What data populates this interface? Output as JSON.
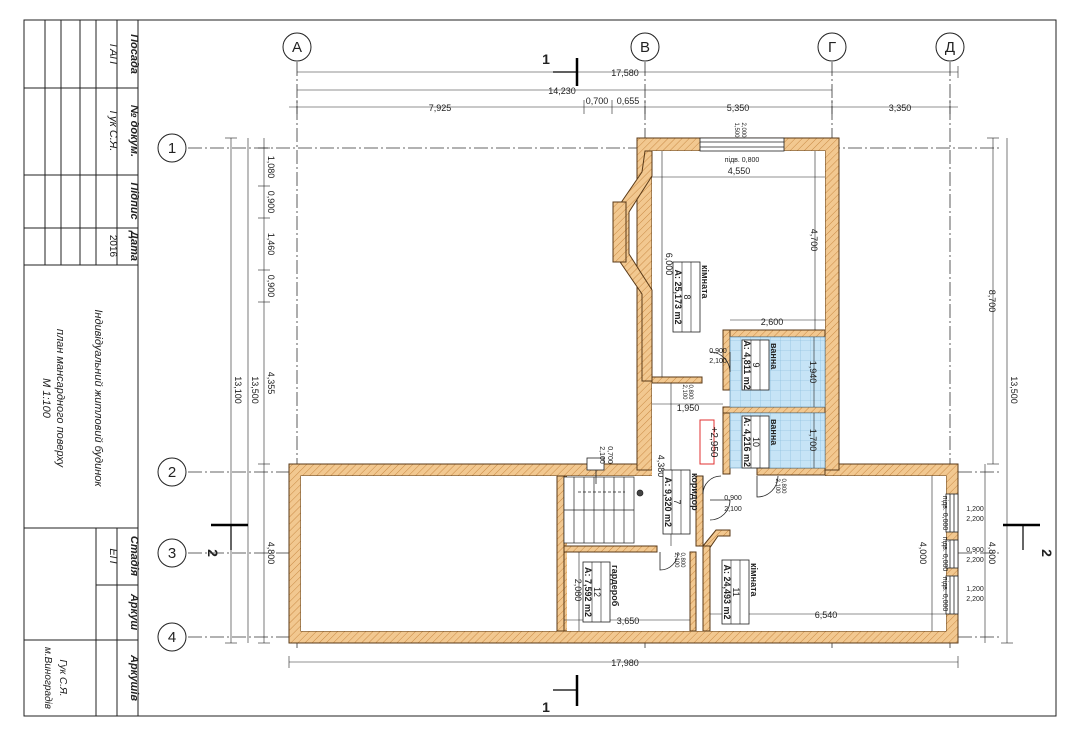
{
  "axes": {
    "columns": [
      "А",
      "В",
      "Г",
      "Д"
    ],
    "rows": [
      "1",
      "2",
      "3",
      "4"
    ]
  },
  "sections": {
    "s1": "1",
    "s2": "2"
  },
  "dims_top": {
    "overall": "17,580",
    "partial": "14,230",
    "segments": [
      "7,925",
      "0,700",
      "0,655",
      "5,350",
      "3,350"
    ]
  },
  "dims_bottom": {
    "overall": "17,980"
  },
  "dims_left_outer": {
    "overall": "13,100"
  },
  "dims_left_inner": {
    "overall": "13,500",
    "top_chain": [
      "1,080",
      "0,900",
      "1,460",
      "0,900"
    ],
    "mid": "4,355",
    "low": "4,800"
  },
  "dims_right": {
    "top": "8,700",
    "overall": "13,500",
    "low": "4,800"
  },
  "windows": {
    "top_sill": "підв. 0,800",
    "top_size": [
      "2,000",
      "1,500"
    ],
    "right_sills": [
      "підв. 0,000",
      "підв. 0,000",
      "підв. 0,000"
    ],
    "right_sizes": [
      [
        "1,200",
        "2,200"
      ],
      [
        "0,900",
        "2,200"
      ],
      [
        "1,200",
        "2,200"
      ]
    ]
  },
  "inner_dims": {
    "r8_width": "4,550",
    "r8_height": "6,000",
    "r8_right": "4,700",
    "bath_width": "2,600",
    "bath9_height": "1,940",
    "bath10_height": "1,700",
    "corridor_w": "1,950",
    "corridor_h": "4,380",
    "stair_w": "2,080",
    "r12_w": "3,650",
    "r11_w": "6,540",
    "r11_h": "4,000"
  },
  "doors": {
    "d1": [
      "0,900",
      "2,100"
    ],
    "d2": [
      "0,800",
      "2,100"
    ],
    "d3": [
      "0,900",
      "2,100"
    ],
    "d4": [
      "0,700",
      "2,100"
    ],
    "d5": [
      "0,800",
      "2,100"
    ],
    "d6": [
      "0,800",
      "2,100"
    ]
  },
  "rooms": [
    {
      "name": "кімната",
      "num": "8",
      "area": "А: 25,173 m2"
    },
    {
      "name": "ванна",
      "num": "9",
      "area": "А: 4,811 m2"
    },
    {
      "name": "ванна",
      "num": "10",
      "area": "А: 4,216 m2"
    },
    {
      "name": "коридор",
      "num": "7",
      "area": "А: 9,320 m2"
    },
    {
      "name": "гардероб",
      "num": "12",
      "area": "А: 7,592 m2"
    },
    {
      "name": "кімната",
      "num": "11",
      "area": "А: 24,493 m2"
    }
  ],
  "level_mark": "+2,950",
  "title_block": {
    "headers": [
      "Посада",
      "№ докум.",
      "Підпис",
      "Дата"
    ],
    "position": "ГАП",
    "author": "Гук С.Я.",
    "date": "2016",
    "project": "Індивідуальний житловий будинок",
    "sheet_title": "план мансардного поверху",
    "scale": "М 1:100",
    "stage_headers": [
      "Стадія",
      "Аркуш",
      "Аркушів"
    ],
    "stage": "ЕП",
    "org": [
      "Гук С.Я.",
      "м.Виноградів"
    ]
  },
  "colors": {
    "wall": "#e8c088",
    "tile": "#bfe0f4",
    "line": "#222222"
  }
}
